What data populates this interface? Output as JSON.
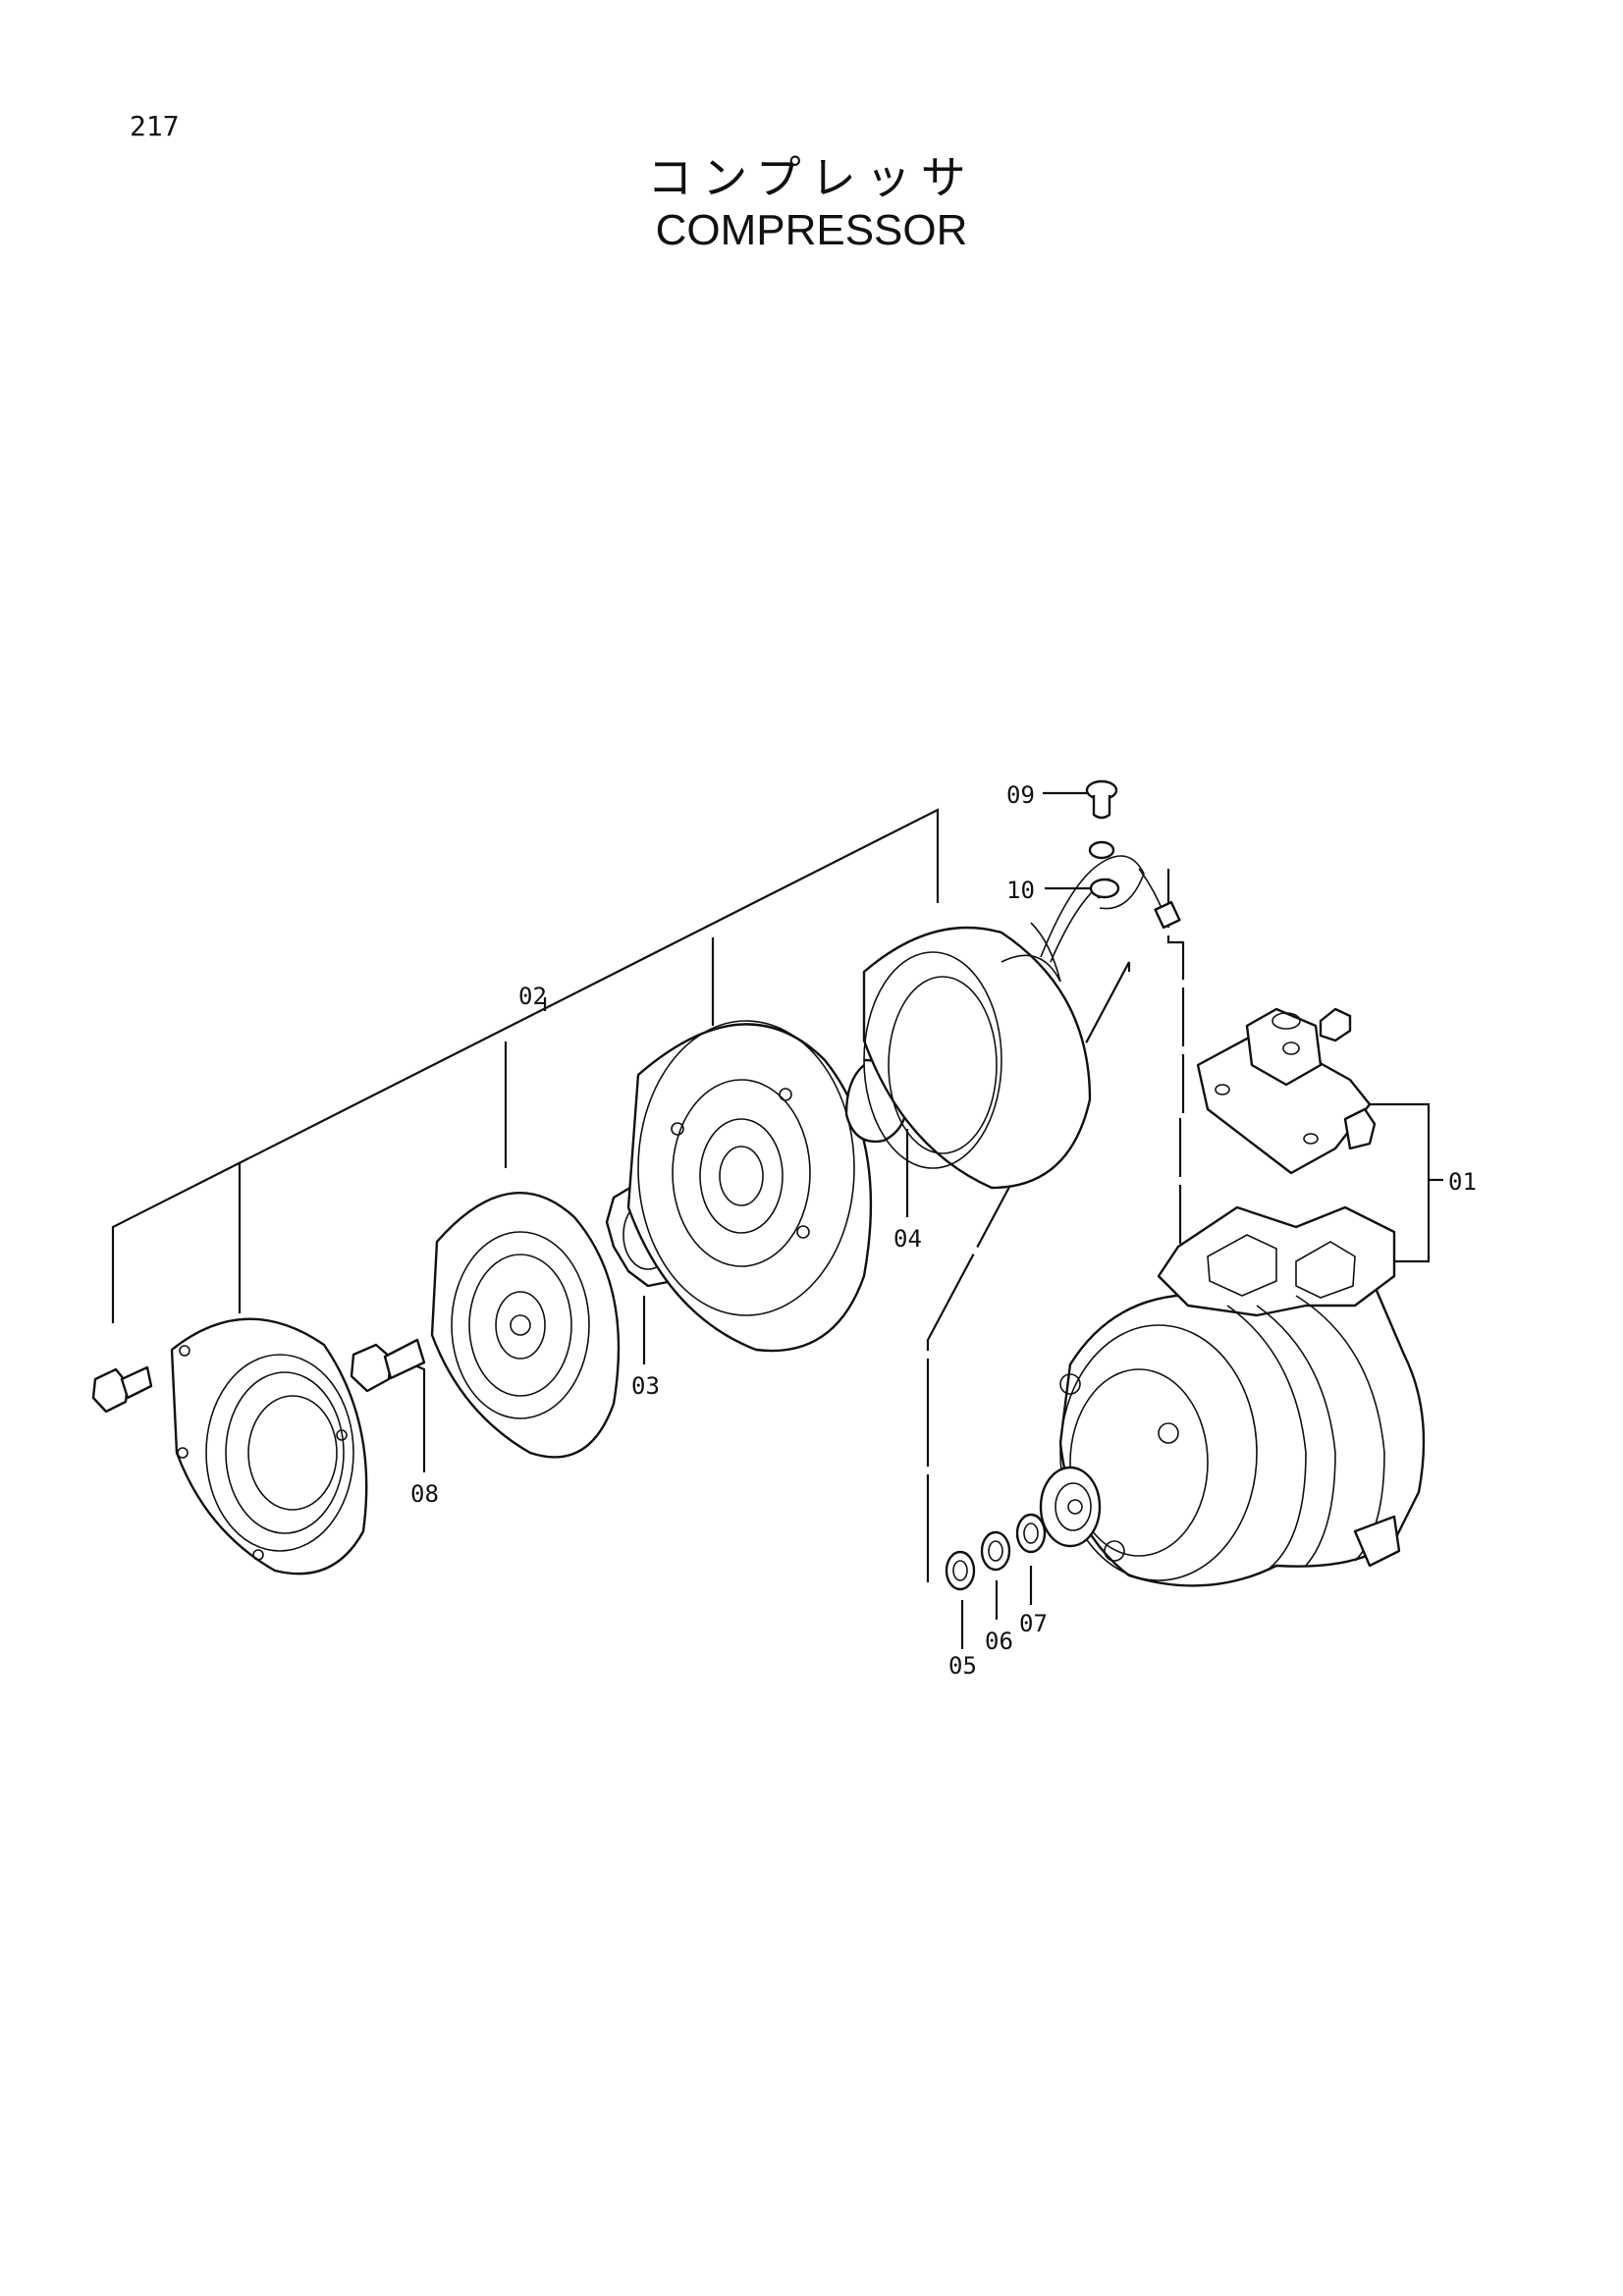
{
  "page": {
    "number": "217"
  },
  "title": {
    "japanese": "コンプレッサ",
    "english": "COMPRESSOR"
  },
  "callouts": [
    {
      "id": "01"
    },
    {
      "id": "02"
    },
    {
      "id": "03"
    },
    {
      "id": "04"
    },
    {
      "id": "05"
    },
    {
      "id": "06"
    },
    {
      "id": "07"
    },
    {
      "id": "08"
    },
    {
      "id": "09"
    },
    {
      "id": "10"
    }
  ]
}
